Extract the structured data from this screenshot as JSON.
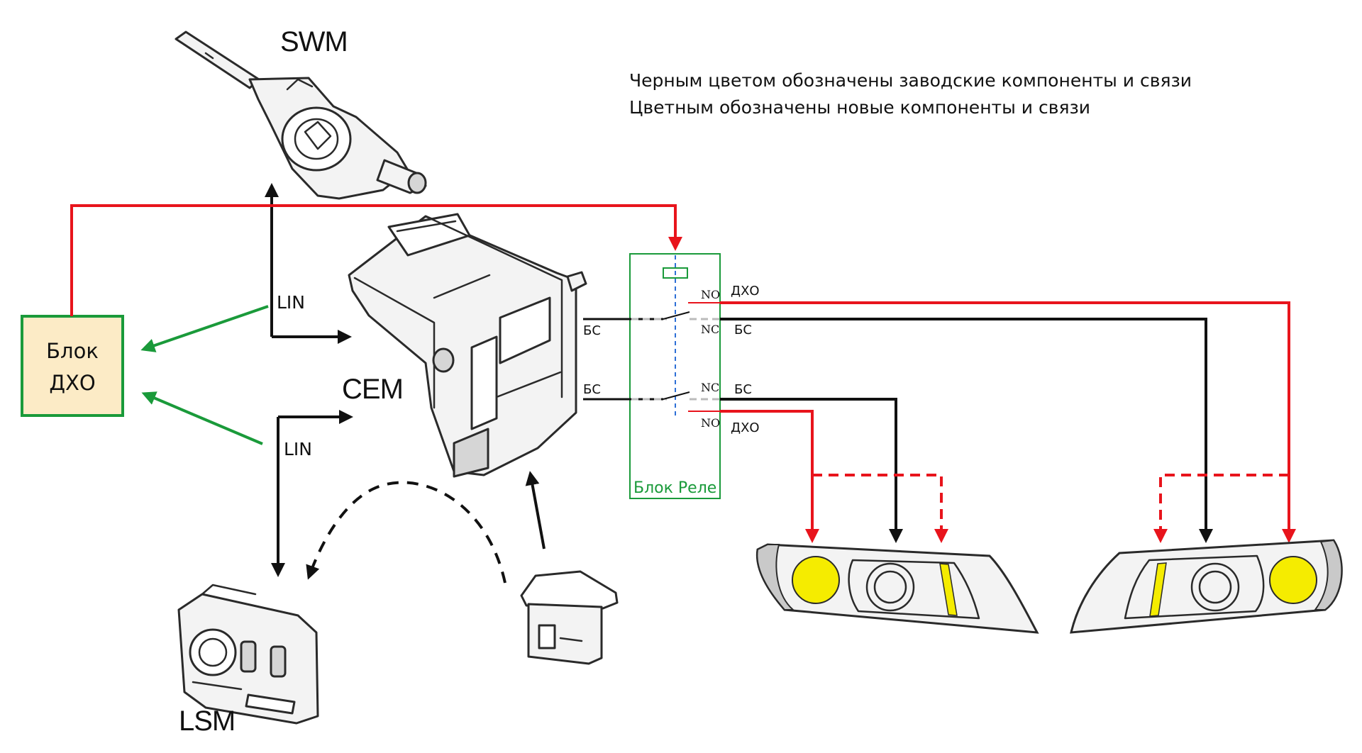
{
  "labels": {
    "swm": "SWM",
    "cem": "CEM",
    "lsm": "LSM",
    "lin_top": "LIN",
    "lin_bottom": "LIN"
  },
  "note": {
    "line1": "Черным цветом обозначены заводские компоненты и связи",
    "line2": "Цветным обозначены новые компоненты и связи"
  },
  "drl_block": {
    "line1": "Блок",
    "line2": "ДХО"
  },
  "relay_block": {
    "label": "Блок Реле",
    "pins": {
      "no_top": "NO",
      "nc_top": "NC",
      "nc_bottom": "NC",
      "no_bottom": "NO"
    }
  },
  "signals": {
    "bs_in_top": "БС",
    "bs_in_bottom": "БС",
    "drl_out_top": "ДХО",
    "bs_out_top": "БС",
    "bs_out_bottom": "БС",
    "drl_out_bottom": "ДХО"
  },
  "colors": {
    "factory": "#111111",
    "new_power": "#e8141c",
    "new_control": "#1a9a3a",
    "relay_coil": "#2d6fd6",
    "drl_block_fill": "#fcebc6",
    "lamp_yellow": "#f5ec00",
    "headlamp_grey": "#c9c9c9"
  }
}
